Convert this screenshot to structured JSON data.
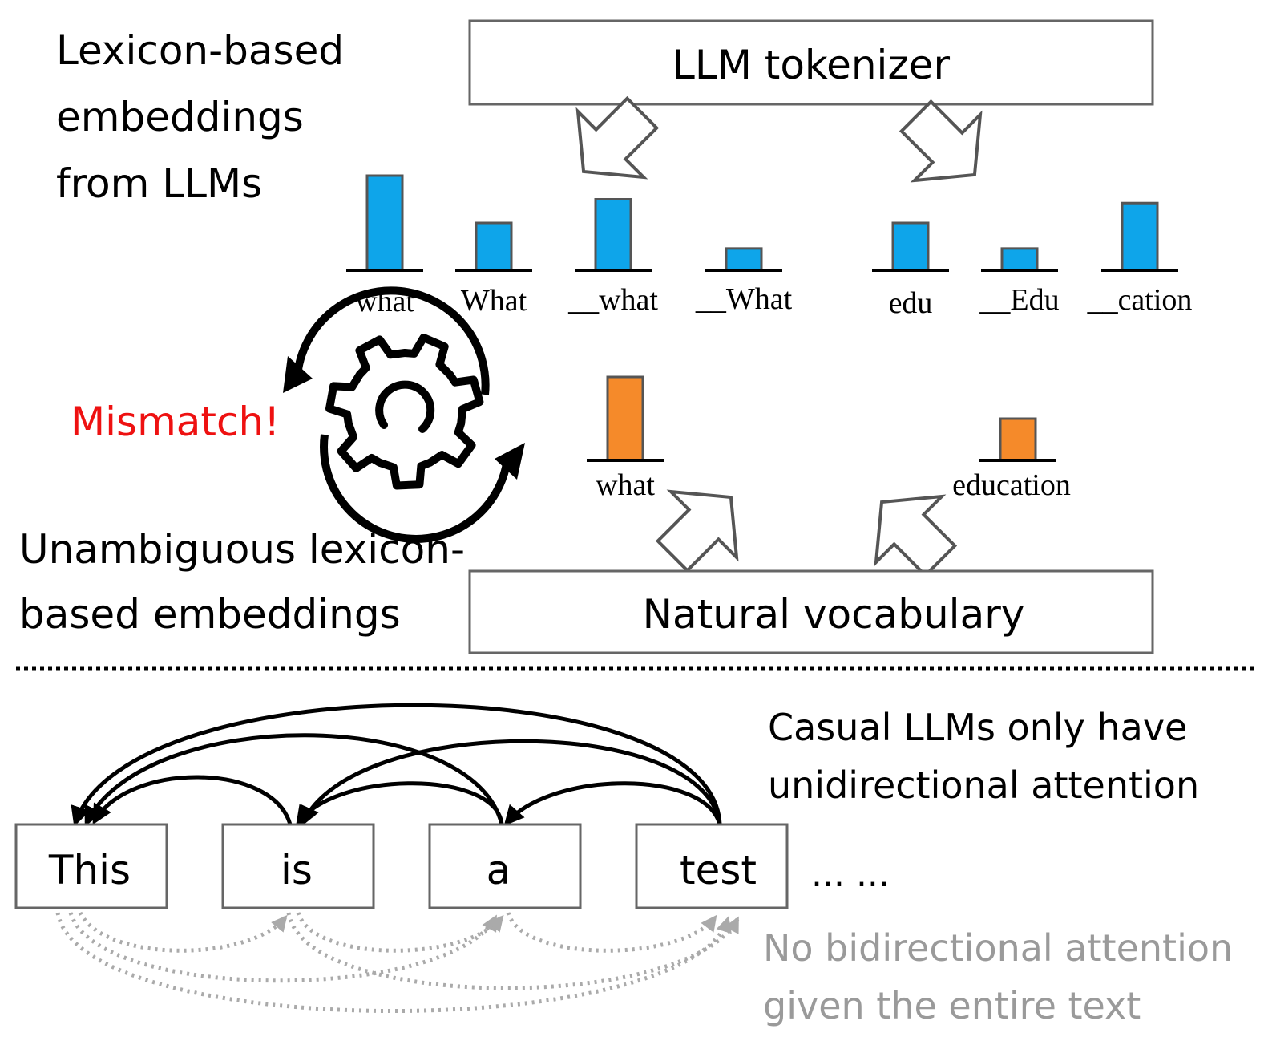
{
  "top_section": {
    "title_lines": [
      "Lexicon-based",
      "embeddings",
      "from LLMs"
    ],
    "tokenizer_label": "LLM tokenizer",
    "llm_tokens": [
      {
        "label": "what",
        "weight": 1.0
      },
      {
        "label": "What",
        "weight": 0.5
      },
      {
        "label": "__what",
        "weight": 0.75
      },
      {
        "label": "__What",
        "weight": 0.23
      },
      {
        "label": "edu",
        "weight": 0.5
      },
      {
        "label": "__Edu",
        "weight": 0.23
      },
      {
        "label": "__cation",
        "weight": 0.71
      }
    ],
    "mismatch_label": "Mismatch!",
    "natural_tokens": [
      {
        "label": "what",
        "weight": 1.0
      },
      {
        "label": "education",
        "weight": 0.5
      }
    ],
    "unambiguous_lines": [
      "Unambiguous lexicon-",
      "based embeddings"
    ],
    "vocab_label": "Natural vocabulary"
  },
  "bottom_section": {
    "words": [
      "This",
      "is",
      "a",
      "test"
    ],
    "ellipsis": "... ...",
    "causal_lines": [
      "Casual LLMs only have",
      "unidirectional attention"
    ],
    "no_bidir_lines": [
      "No bidirectional attention",
      "given the entire text"
    ]
  },
  "colors": {
    "llm_bar": "#0ea5ea",
    "natural_bar": "#f58a2a",
    "mismatch": "#ee1111",
    "faded_text": "#9a9a9a",
    "faded_arrow": "#aaaaaa"
  }
}
